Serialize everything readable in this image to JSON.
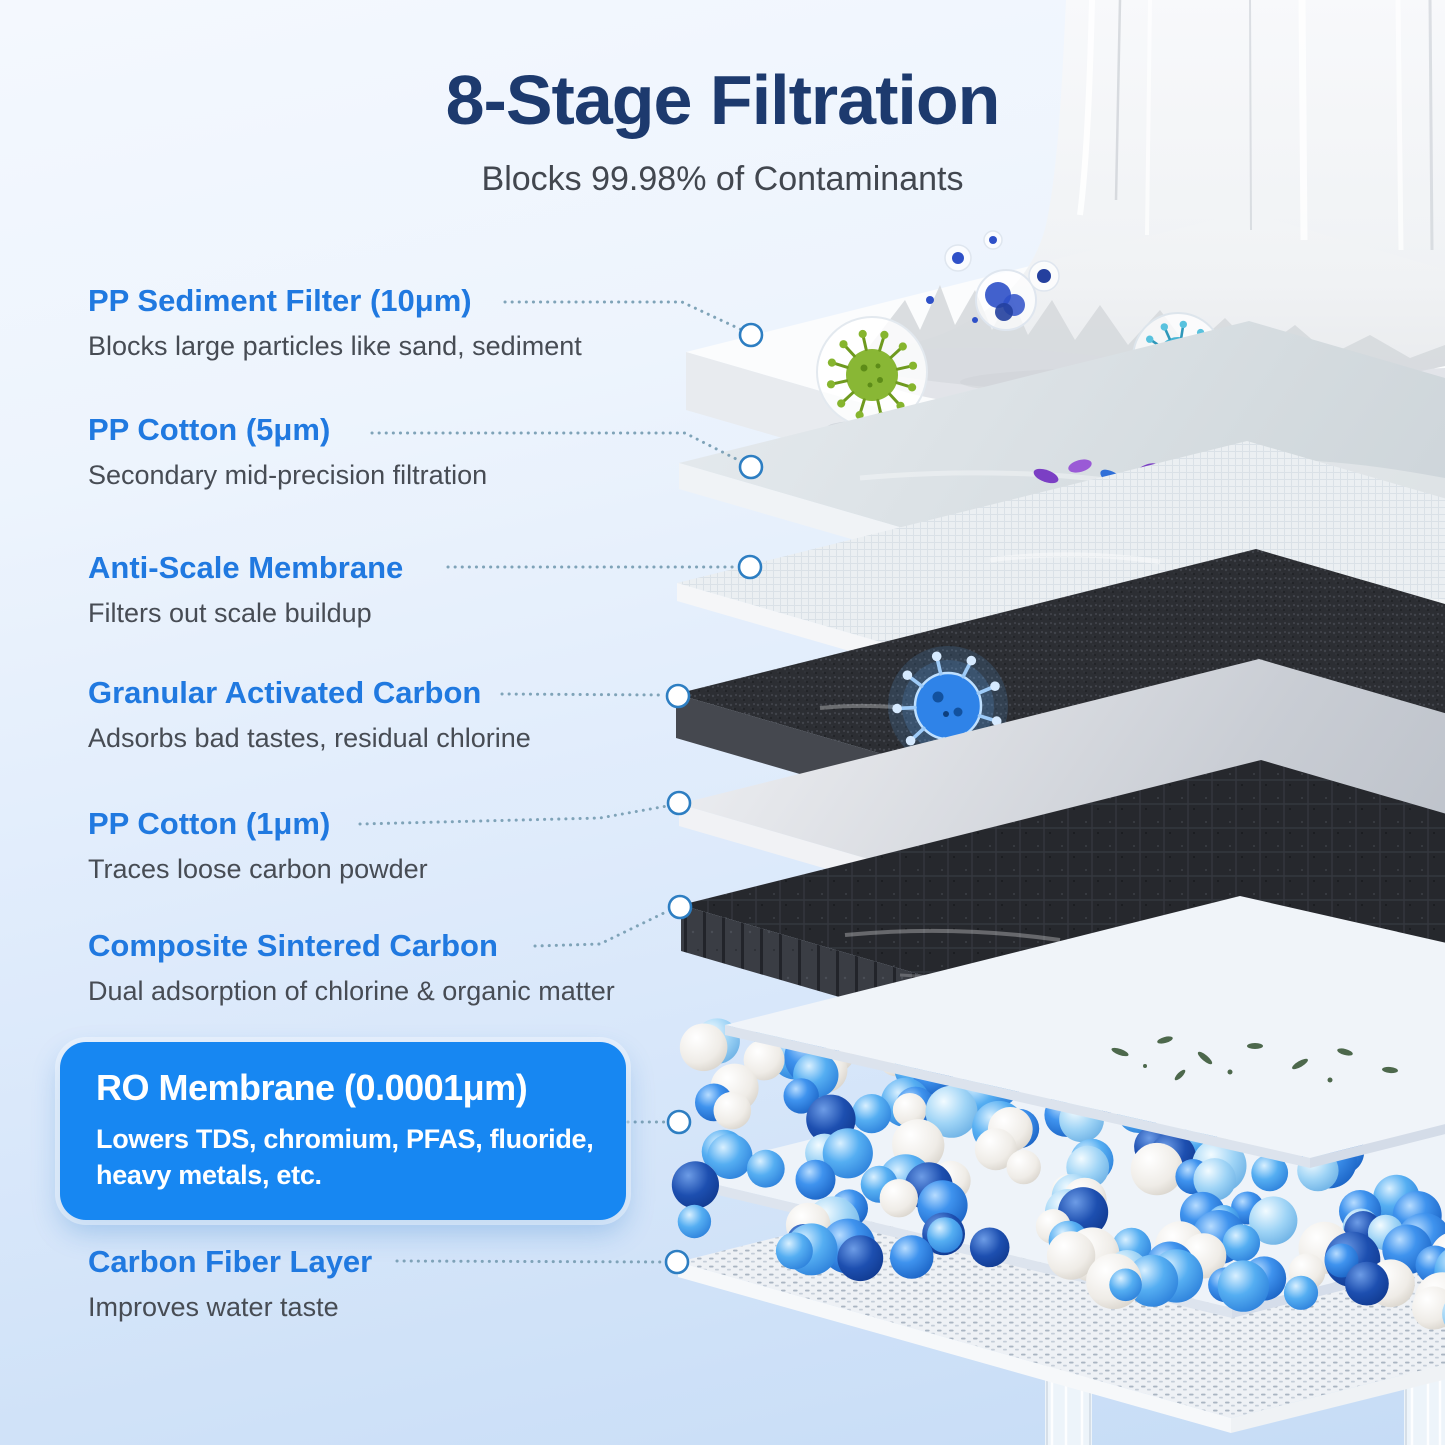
{
  "header": {
    "title": "8-Stage Filtration",
    "subtitle": "Blocks 99.98% of Contaminants"
  },
  "stages": [
    {
      "title": "PP Sediment Filter (10μm)",
      "description": "Blocks large particles like sand, sediment",
      "highlighted": false
    },
    {
      "title": "PP Cotton (5μm)",
      "description": "Secondary mid-precision filtration",
      "highlighted": false
    },
    {
      "title": "Anti-Scale Membrane",
      "description": "Filters out scale buildup",
      "highlighted": false
    },
    {
      "title": "Granular Activated Carbon",
      "description": "Adsorbs bad tastes, residual chlorine",
      "highlighted": false
    },
    {
      "title": "PP Cotton (1μm)",
      "description": "Traces loose carbon powder",
      "highlighted": false
    },
    {
      "title": "Composite Sintered Carbon",
      "description": "Dual adsorption of chlorine & organic matter",
      "highlighted": false
    },
    {
      "title": "RO Membrane (0.0001μm)",
      "description": "Lowers TDS, chromium, PFAS, fluoride, heavy metals, etc.",
      "highlighted": true
    },
    {
      "title": "Carbon Fiber Layer",
      "description": "Improves water taste",
      "highlighted": false
    }
  ],
  "colors": {
    "title_navy": "#1d3a6e",
    "subtitle_gray": "#42474f",
    "stage_blue": "#2079e0",
    "description_gray": "#474c54",
    "highlight_box_blue": "#1787f2",
    "connector_dotted": "#7fa3b8",
    "background_top": "#f4f8fe",
    "background_bottom": "#c6dcf6"
  }
}
